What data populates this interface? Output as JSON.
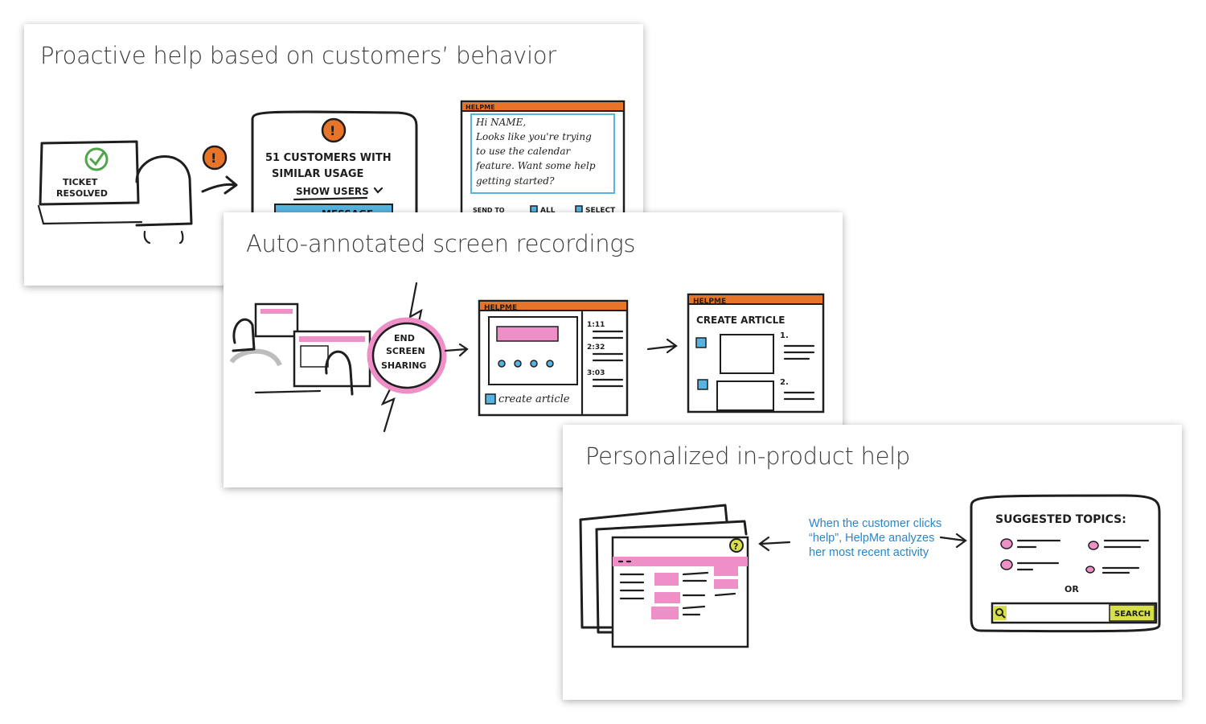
{
  "cards": [
    {
      "title": "Proactive help based on customers’ behavior",
      "sketch": {
        "ticket_label_1": "TICKET",
        "ticket_label_2": "RESOLVED",
        "panel_line_1": "51 CUSTOMERS WITH",
        "panel_line_2": "SIMILAR USAGE",
        "show_users": "SHOW USERS",
        "message_btn": "MESSAGE",
        "helpme_tab": "HELPME",
        "note_lines": [
          "Hi NAME,",
          "Looks like you're trying",
          "to use the calendar",
          "feature. Want some help",
          "getting started?"
        ],
        "send_to": "SEND TO",
        "option_all": "ALL",
        "option_select": "SELECT"
      }
    },
    {
      "title": "Auto-annotated screen recordings",
      "sketch": {
        "bubble_lines": [
          "END",
          "SCREEN",
          "SHARING"
        ],
        "helpme_tab": "HELPME",
        "timestamps": [
          "1:11",
          "2:32",
          "3:03"
        ],
        "create_article_check": "create article",
        "helpme_tab_2": "HELPME",
        "create_article_title": "CREATE ARTICLE",
        "step_1": "1.",
        "step_2": "2."
      }
    },
    {
      "title": "Personalized in-product help",
      "callout": "When the customer clicks “help”, HelpMe analyzes her most recent activity",
      "sketch": {
        "help_icon": "?",
        "suggested_topics": "SUGGESTED TOPICS:",
        "or_label": "OR",
        "search_btn": "SEARCH"
      }
    }
  ],
  "colors": {
    "accent_orange": "#e8742a",
    "accent_pink": "#ee8fc8",
    "accent_blue": "#56b4e0",
    "accent_green": "#4ea64a",
    "accent_lime": "#d7e04a",
    "callout_blue": "#2a86c8"
  }
}
